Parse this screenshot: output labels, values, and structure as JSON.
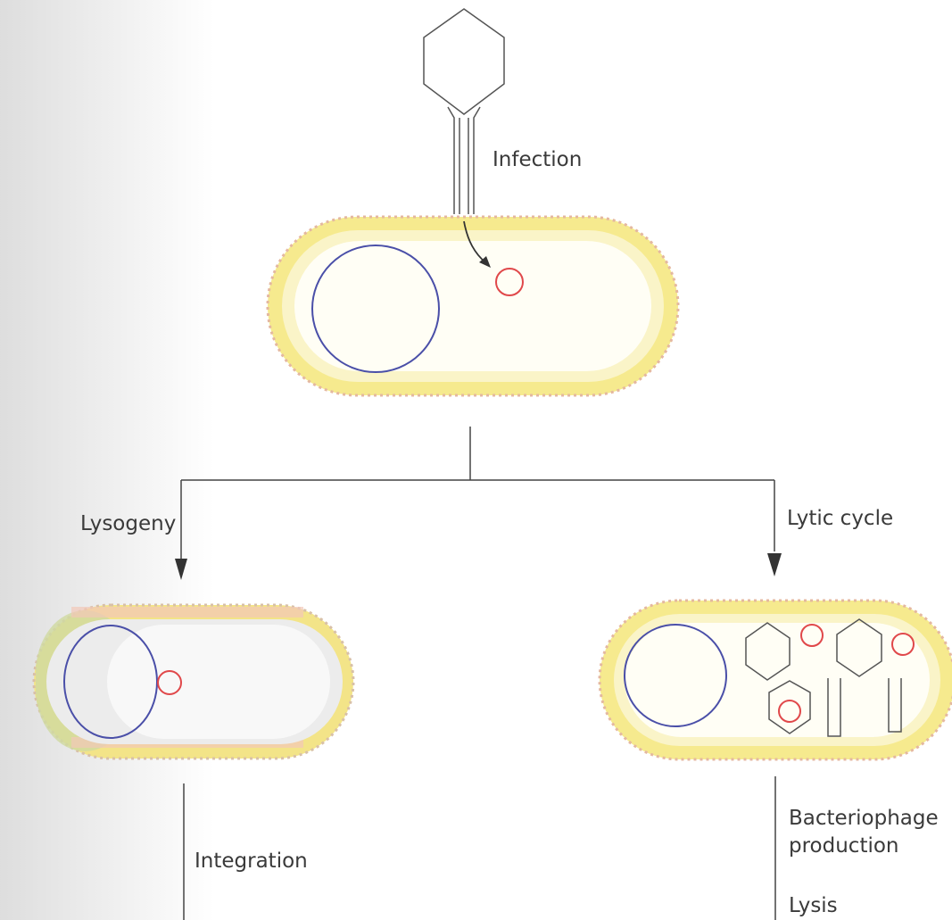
{
  "labels": {
    "infection": "Infection",
    "lysogeny": "Lysogeny",
    "lytic_cycle": "Lytic cycle",
    "integration": "Integration",
    "bacteriophage_line1": "Bacteriophage",
    "bacteriophage_line2": "production",
    "lysis": "Lysis"
  },
  "colors": {
    "cell_wall": "#f5e98a",
    "cell_inner": "#fbf7d8",
    "cytoplasm": "#ffffff",
    "bacterial_chromosome": "#4a4fa8",
    "phage_dna": "#e0484a",
    "outline": "#555555",
    "arrow": "#333333",
    "page_shadow": "#d8d8d8"
  }
}
